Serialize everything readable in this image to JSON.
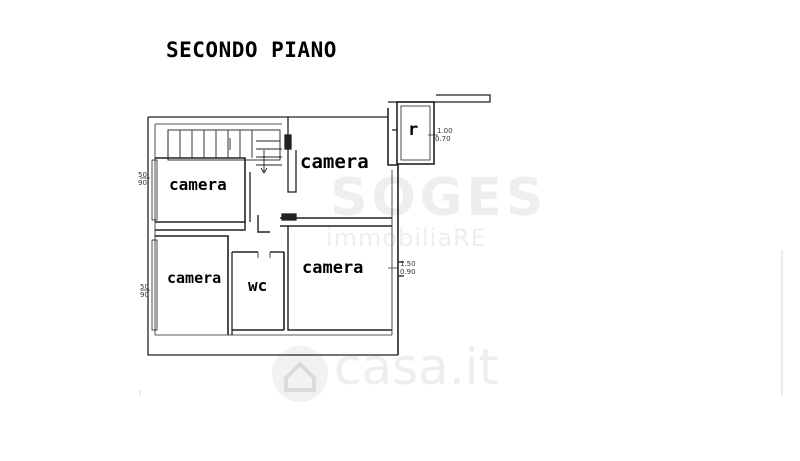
{
  "title": "SECONDO PIANO",
  "rooms": {
    "camera_top": "camera",
    "camera_left_top": "camera",
    "camera_left_bottom": "camera",
    "wc": "wc",
    "camera_right": "camera",
    "r": "r"
  },
  "dimensions": {
    "r_top": "1.00",
    "r_bottom": "0.70",
    "right_top": "1.50",
    "right_bottom": "0.90",
    "left_top_a": "50",
    "left_top_b": "90",
    "left_bottom_a": "50",
    "left_bottom_b": "90"
  },
  "watermarks": {
    "brand_main": "SOGES",
    "brand_sub": "immobiliaRE",
    "site": "casa.it"
  }
}
